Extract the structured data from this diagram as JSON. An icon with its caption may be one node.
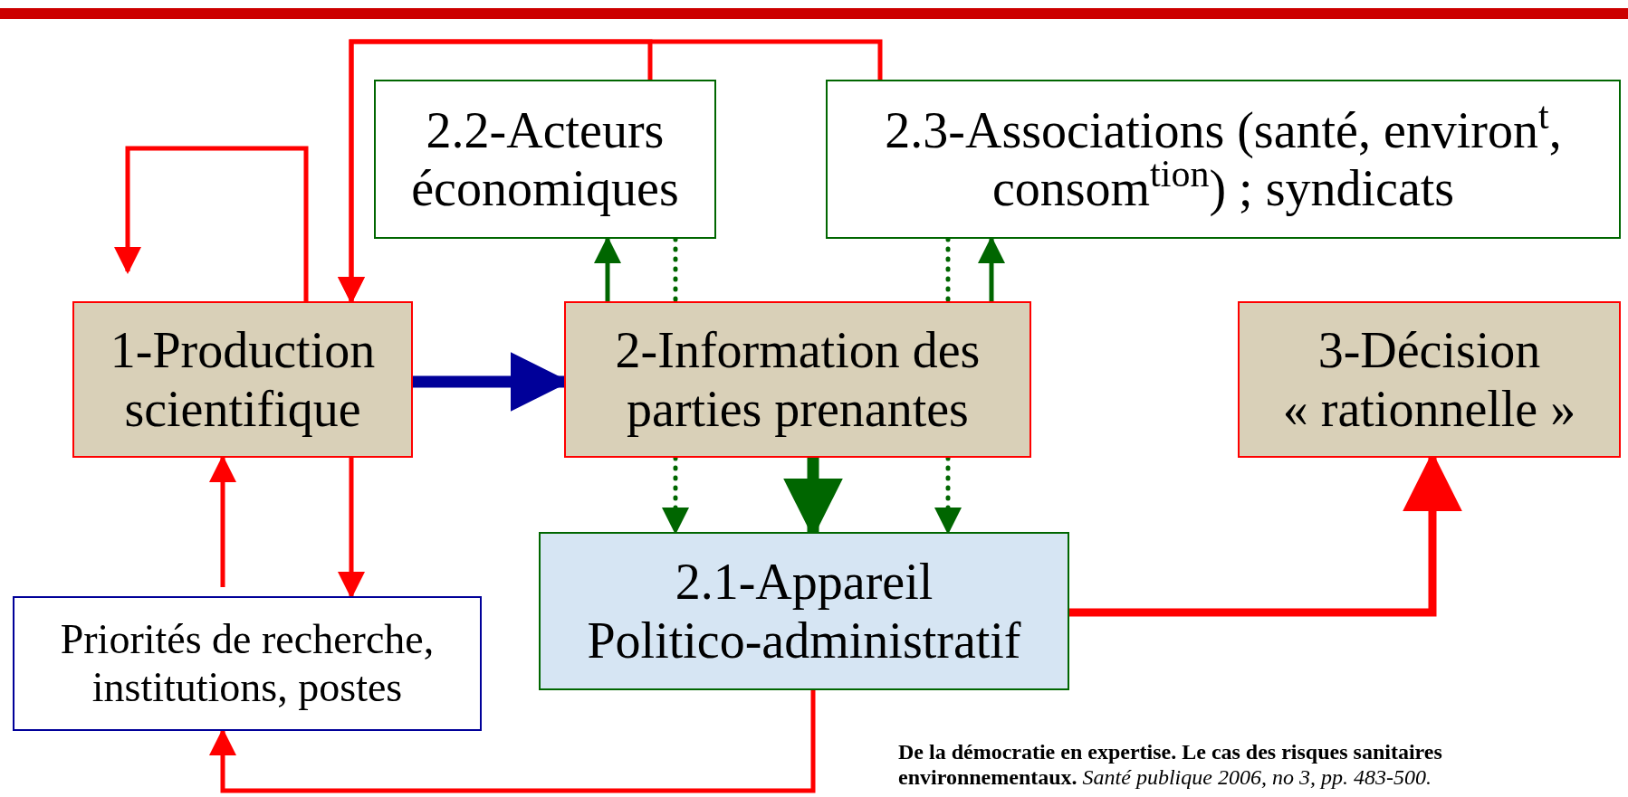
{
  "diagram": {
    "nodes": [
      {
        "text": [
          "2.2-Acteurs économiques"
        ]
      },
      {
        "text": [
          "2.3-Associations (santé, environ$^{t}$, consom$^{tion}$) ; syndicats"
        ]
      },
      {
        "text": [
          "1-Production scientifique"
        ]
      },
      {
        "text": [
          "2-Information des parties prenantes"
        ]
      },
      {
        "text": [
          "3-Décision « rationnelle »"
        ]
      },
      {
        "text": [
          "2.1-Appareil Politico-administratif"
        ]
      },
      {
        "text": [
          "Priorités de recherche, institutions, postes"
        ]
      }
    ],
    "edges": [
      {
        "from": 2,
        "to": null,
        "arrow": "to"
      },
      {
        "from": 0,
        "to": 2,
        "arrow": "to"
      },
      {
        "from": 1,
        "to": 2,
        "arrow": "to"
      },
      {
        "from": 2,
        "to": 3,
        "arrow": "to",
        "style": "thick",
        "color": "#000099"
      },
      {
        "from": 3,
        "to": 0,
        "arrow": "to",
        "color": "#006600"
      },
      {
        "from": 0,
        "to": 3,
        "arrow": "none",
        "style": "dashed",
        "color": "#006600"
      },
      {
        "from": 3,
        "to": 1,
        "arrow": "to",
        "color": "#006600"
      },
      {
        "from": 1,
        "to": 3,
        "arrow": "none",
        "style": "dashed",
        "color": "#006600"
      },
      {
        "from": 3,
        "to": 5,
        "arrow": "to",
        "style": "dashed",
        "color": "#006600"
      },
      {
        "from": 3,
        "to": 5,
        "arrow": "to",
        "style": "thick",
        "color": "#006600"
      },
      {
        "from": 3,
        "to": 5,
        "arrow": "to",
        "style": "dashed",
        "color": "#006600"
      },
      {
        "from": 6,
        "to": 2,
        "arrow": "to"
      },
      {
        "from": 2,
        "to": 6,
        "arrow": "to"
      },
      {
        "from": 5,
        "to": 4,
        "arrow": "to",
        "style": "thick"
      },
      {
        "from": 5,
        "to": 6,
        "arrow": "to"
      }
    ],
    "labels": [
      "**De la démocratie en expertise. Le cas des risques sanitaires environnementaux.** *Santé publique 2006, no 3, pp. 483-500.*"
    ]
  }
}
